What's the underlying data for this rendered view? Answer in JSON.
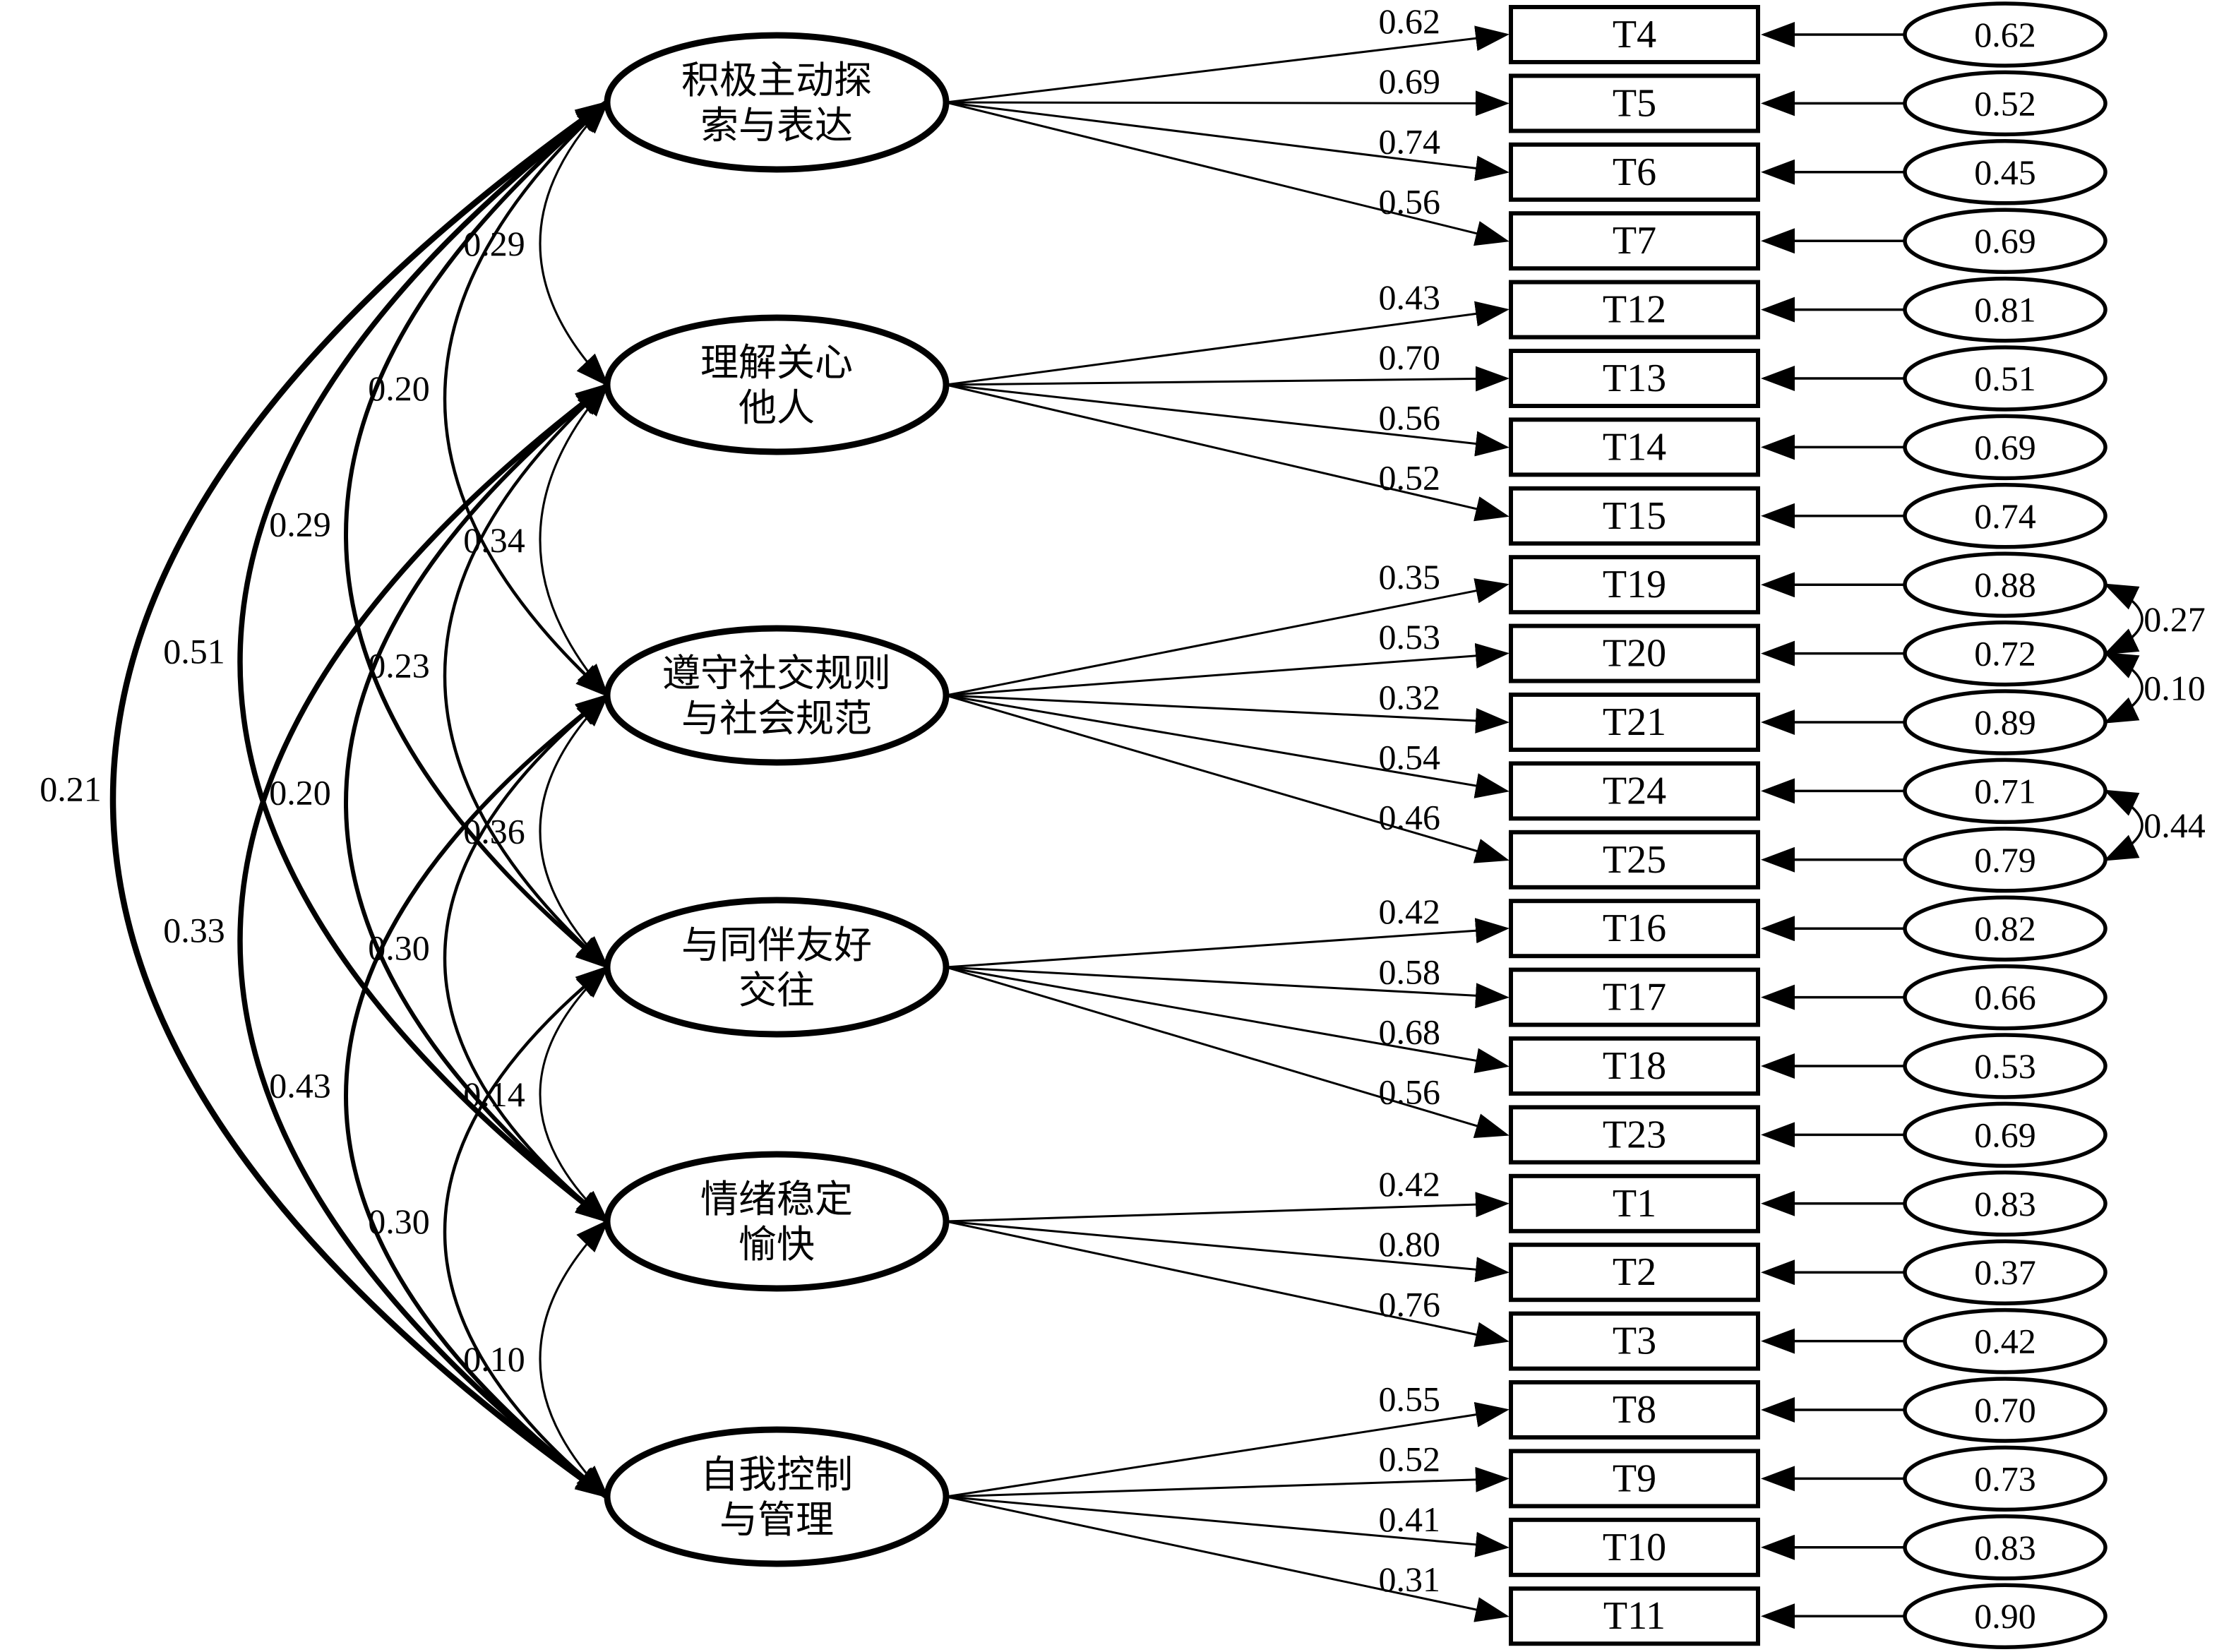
{
  "page": {
    "background": "#ffffff",
    "ink": "#000000"
  },
  "diagram": {
    "type": "sem-cfa-path-diagram",
    "factors": [
      {
        "id": "F1",
        "name": "积极主动探索与表达",
        "lines": [
          "积极主动探",
          "索与表达"
        ]
      },
      {
        "id": "F2",
        "name": "理解关心他人",
        "lines": [
          "理解关心",
          "他人"
        ]
      },
      {
        "id": "F3",
        "name": "遵守社交规则与社会规范",
        "lines": [
          "遵守社交规则",
          "与社会规范"
        ]
      },
      {
        "id": "F4",
        "name": "与同伴友好交往",
        "lines": [
          "与同伴友好",
          "交往"
        ]
      },
      {
        "id": "F5",
        "name": "情绪稳定愉快",
        "lines": [
          "情绪稳定",
          "愉快"
        ]
      },
      {
        "id": "F6",
        "name": "自我控制与管理",
        "lines": [
          "自我控制",
          "与管理"
        ]
      }
    ],
    "indicators": [
      {
        "name": "T4",
        "factor": "F1",
        "loading": "0.62",
        "error": "0.62"
      },
      {
        "name": "T5",
        "factor": "F1",
        "loading": "0.69",
        "error": "0.52"
      },
      {
        "name": "T6",
        "factor": "F1",
        "loading": "0.74",
        "error": "0.45"
      },
      {
        "name": "T7",
        "factor": "F1",
        "loading": "0.56",
        "error": "0.69"
      },
      {
        "name": "T12",
        "factor": "F2",
        "loading": "0.43",
        "error": "0.81"
      },
      {
        "name": "T13",
        "factor": "F2",
        "loading": "0.70",
        "error": "0.51"
      },
      {
        "name": "T14",
        "factor": "F2",
        "loading": "0.56",
        "error": "0.69"
      },
      {
        "name": "T15",
        "factor": "F2",
        "loading": "0.52",
        "error": "0.74"
      },
      {
        "name": "T19",
        "factor": "F3",
        "loading": "0.35",
        "error": "0.88"
      },
      {
        "name": "T20",
        "factor": "F3",
        "loading": "0.53",
        "error": "0.72"
      },
      {
        "name": "T21",
        "factor": "F3",
        "loading": "0.32",
        "error": "0.89"
      },
      {
        "name": "T24",
        "factor": "F3",
        "loading": "0.54",
        "error": "0.71"
      },
      {
        "name": "T25",
        "factor": "F3",
        "loading": "0.46",
        "error": "0.79"
      },
      {
        "name": "T16",
        "factor": "F4",
        "loading": "0.42",
        "error": "0.82"
      },
      {
        "name": "T17",
        "factor": "F4",
        "loading": "0.58",
        "error": "0.66"
      },
      {
        "name": "T18",
        "factor": "F4",
        "loading": "0.68",
        "error": "0.53"
      },
      {
        "name": "T23",
        "factor": "F4",
        "loading": "0.56",
        "error": "0.69"
      },
      {
        "name": "T1",
        "factor": "F5",
        "loading": "0.42",
        "error": "0.83"
      },
      {
        "name": "T2",
        "factor": "F5",
        "loading": "0.80",
        "error": "0.37"
      },
      {
        "name": "T3",
        "factor": "F5",
        "loading": "0.76",
        "error": "0.42"
      },
      {
        "name": "T8",
        "factor": "F6",
        "loading": "0.55",
        "error": "0.70"
      },
      {
        "name": "T9",
        "factor": "F6",
        "loading": "0.52",
        "error": "0.73"
      },
      {
        "name": "T10",
        "factor": "F6",
        "loading": "0.41",
        "error": "0.83"
      },
      {
        "name": "T11",
        "factor": "F6",
        "loading": "0.31",
        "error": "0.90"
      }
    ],
    "correlations": [
      {
        "from": "F1",
        "to": "F2",
        "value": "0.29"
      },
      {
        "from": "F2",
        "to": "F3",
        "value": "0.34"
      },
      {
        "from": "F3",
        "to": "F4",
        "value": "0.36"
      },
      {
        "from": "F4",
        "to": "F5",
        "value": "0.14"
      },
      {
        "from": "F5",
        "to": "F6",
        "value": "0.10"
      },
      {
        "from": "F1",
        "to": "F3",
        "value": "0.20"
      },
      {
        "from": "F2",
        "to": "F4",
        "value": "0.23"
      },
      {
        "from": "F3",
        "to": "F5",
        "value": "0.30"
      },
      {
        "from": "F4",
        "to": "F6",
        "value": "0.30"
      },
      {
        "from": "F1",
        "to": "F4",
        "value": "0.29"
      },
      {
        "from": "F2",
        "to": "F5",
        "value": "0.20"
      },
      {
        "from": "F3",
        "to": "F6",
        "value": "0.43"
      },
      {
        "from": "F1",
        "to": "F5",
        "value": "0.51"
      },
      {
        "from": "F2",
        "to": "F6",
        "value": "0.33"
      },
      {
        "from": "F1",
        "to": "F6",
        "value": "0.21"
      }
    ],
    "error_covariances": [
      {
        "a": "T19",
        "b": "T20",
        "value": "0.27"
      },
      {
        "a": "T20",
        "b": "T21",
        "value": "0.10"
      },
      {
        "a": "T24",
        "b": "T25",
        "value": "0.44"
      }
    ]
  }
}
